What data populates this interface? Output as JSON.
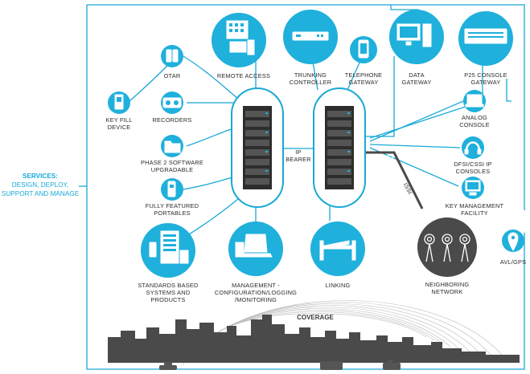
{
  "services": {
    "title": "SERVICES:",
    "line1": "DESIGN, DEPLOY,",
    "line2": "SUPPORT AND MANAGE"
  },
  "nodes": {
    "otar": "OTAR",
    "key_fill_1": "KEY FILL",
    "key_fill_2": "DEVICE",
    "recorders": "RECORDERS",
    "phase2_1": "PHASE 2 SOFTWARE",
    "phase2_2": "UPGRADABLE",
    "portables_1": "FULLY FEATURED",
    "portables_2": "PORTABLES",
    "standards_1": "STANDARDS BASED",
    "standards_2": "SYSTEMS AND",
    "standards_3": "PRODUCTS",
    "management_1": "MANAGEMENT -",
    "management_2": "CONFIGURATION/LOGGING",
    "management_3": "/MONITORING",
    "linking": "LINKING",
    "remote_access": "REMOTE ACCESS",
    "trunking_1": "TRUNKING",
    "trunking_2": "CONTROLLER",
    "telephone_1": "TELEPHONE",
    "telephone_2": "GATEWAY",
    "data_1": "DATA",
    "data_2": "GATEWAY",
    "p25_1": "P25 CONSOLE",
    "p25_2": "GATEWAY",
    "analog_1": "ANALOG",
    "analog_2": "CONSOLE",
    "dfsi_1": "DFSI/CSSI IP",
    "dfsi_2": "CONSOLES",
    "keymgmt_1": "KEY MANAGEMENT",
    "keymgmt_2": "FACILITY",
    "neighboring_1": "NEIGHBORING",
    "neighboring_2": "NETWORK",
    "avl": "AVL/GPS",
    "ip_bearer_1": "IP",
    "ip_bearer_2": "BEARER",
    "issi": "ISSI",
    "coverage": "COVERAGE"
  },
  "colors": {
    "accent": "#1fb0dc",
    "dark": "#4a4a4a",
    "text": "#2b2b2b"
  }
}
